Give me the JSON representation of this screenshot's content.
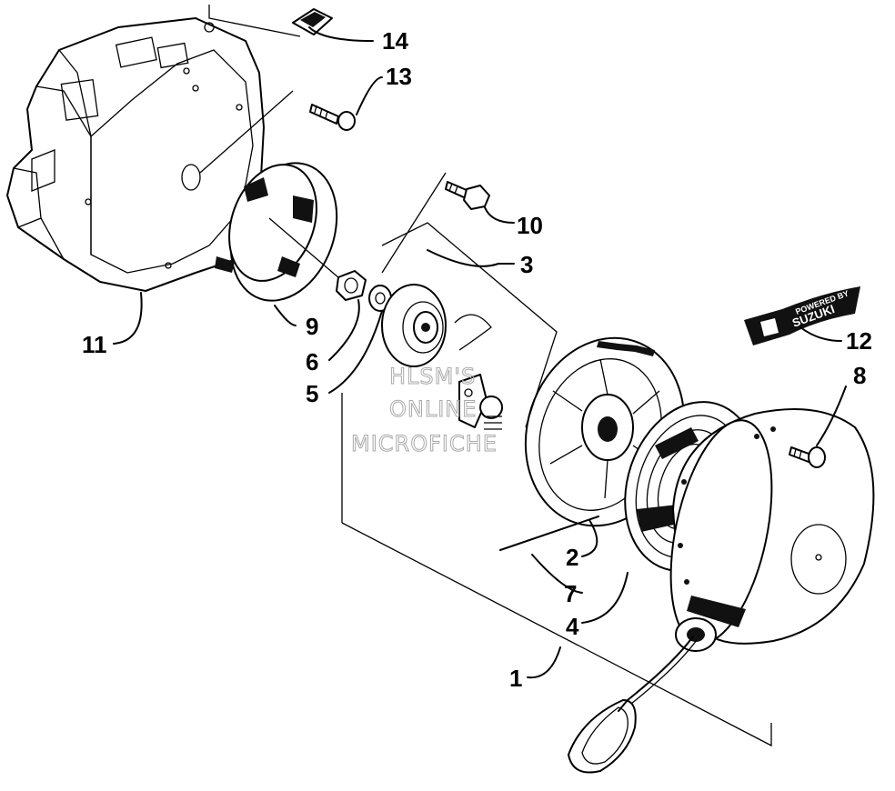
{
  "callouts": {
    "c1": "1",
    "c2": "2",
    "c3": "3",
    "c4": "4",
    "c5": "5",
    "c6": "6",
    "c7": "7",
    "c8": "8",
    "c9": "9",
    "c10": "10",
    "c11": "11",
    "c12": "12",
    "c13": "13",
    "c14": "14"
  },
  "watermark": {
    "line1": "HLSM'S",
    "line2": "ONLINE",
    "line3": "MICROFICHE"
  },
  "badge": {
    "line1": "POWERED BY",
    "line2": "SUZUKI"
  }
}
